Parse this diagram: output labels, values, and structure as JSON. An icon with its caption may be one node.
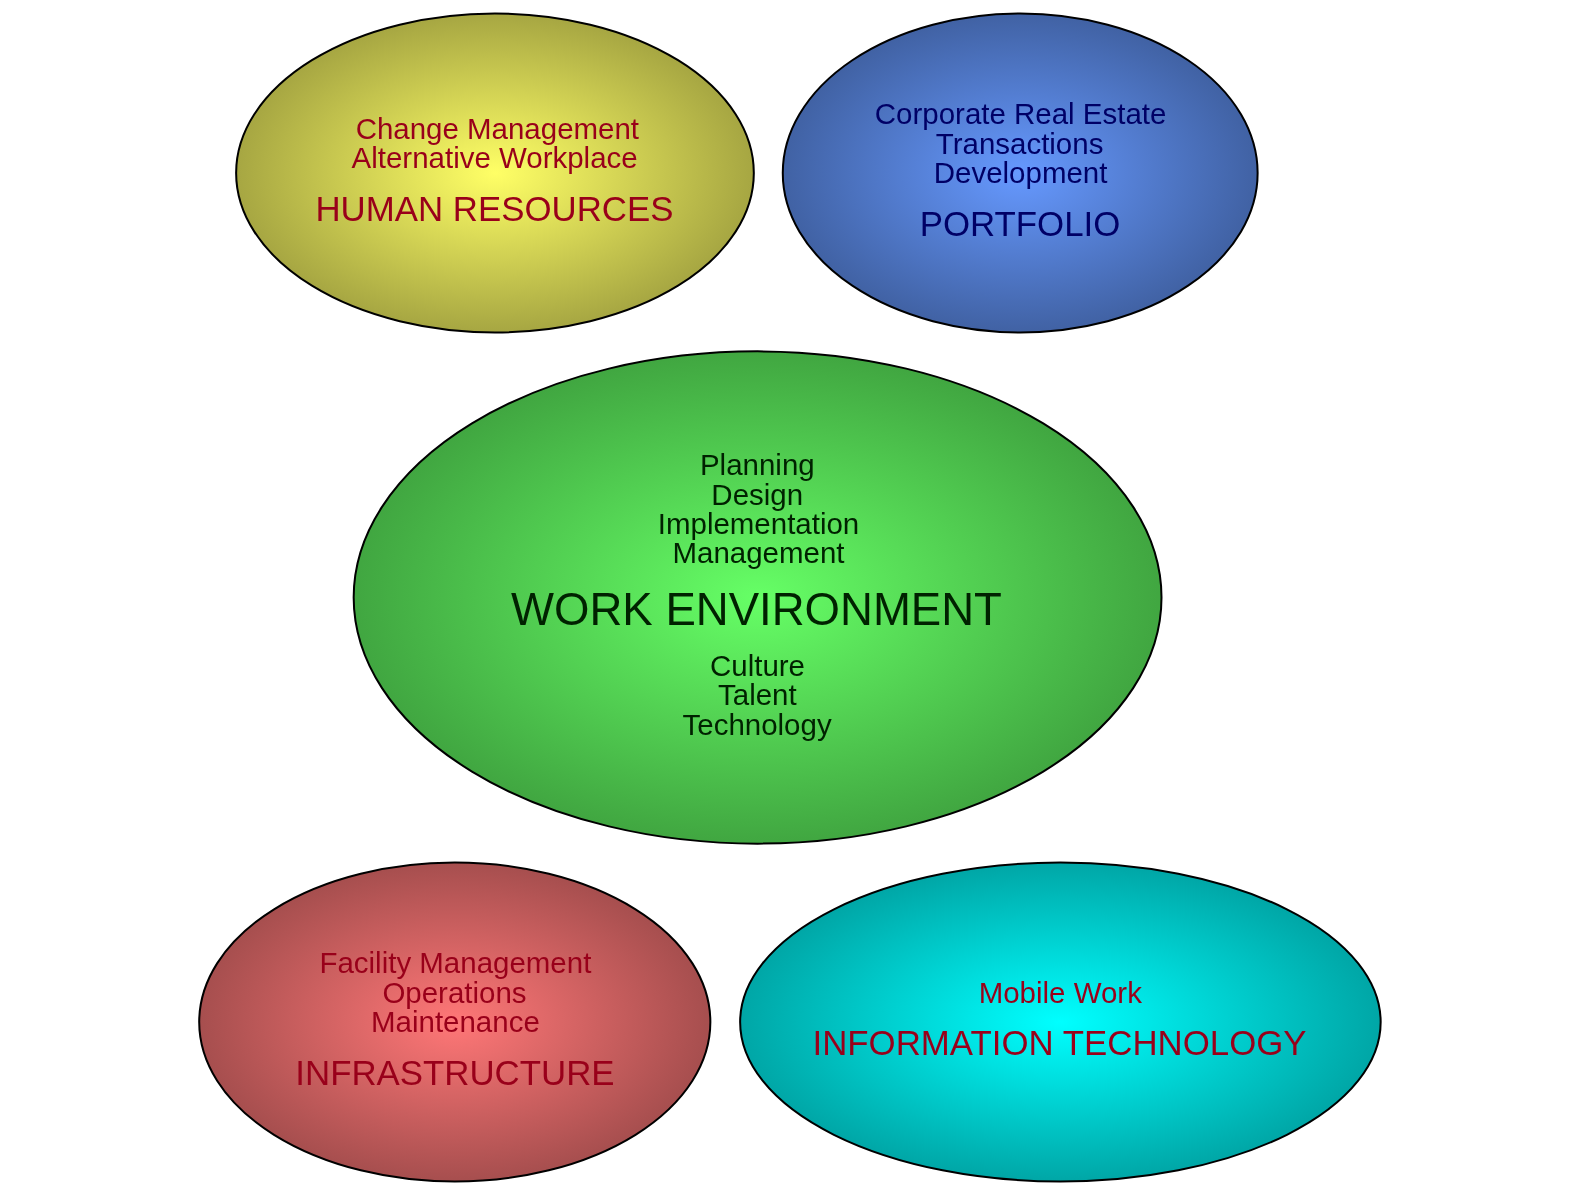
{
  "diagram": {
    "nodes": [
      {
        "text": [
          "Change Management",
          "Alternative Workplace",
          "HUMAN RESOURCES"
        ]
      },
      {
        "text": [
          "Corporate Real Estate",
          "Transactions",
          "Development",
          "PORTFOLIO"
        ]
      },
      {
        "text": [
          "Planning",
          "Design",
          "Implementation",
          "Management",
          "WORK ENVIRONMENT",
          "Culture",
          "Talent",
          "Technology"
        ]
      },
      {
        "text": [
          "Facility Management",
          "Operations",
          "Maintenance",
          "INFRASTRUCTURE"
        ]
      },
      {
        "text": [
          "Mobile Work",
          "INFORMATION TECHNOLOGY"
        ]
      }
    ]
  }
}
